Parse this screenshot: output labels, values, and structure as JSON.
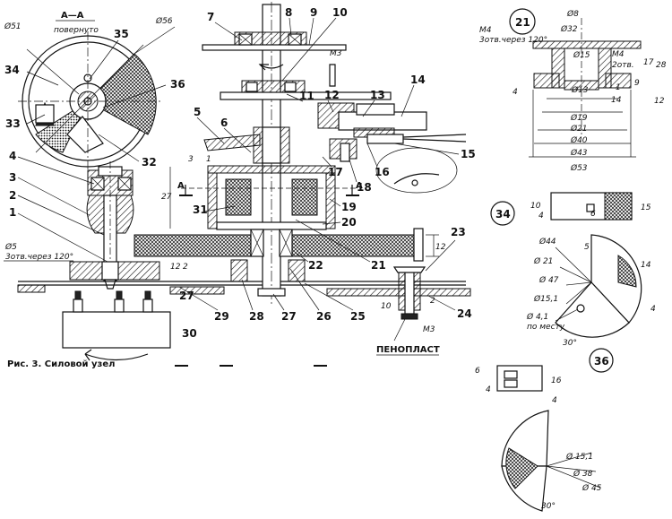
{
  "caption": "Рис. 3. Силовой узел",
  "section_label": "А—А",
  "section_note": "повернуто",
  "cut_label": "А",
  "foam_label": "ПЕНОПЛАСТ",
  "part_numbers": {
    "n1": "1",
    "n2": "2",
    "n3": "3",
    "n4": "4",
    "n5": "5",
    "n6": "6",
    "n7": "7",
    "n8": "8",
    "n9": "9",
    "n10": "10",
    "n11": "11",
    "n12": "12",
    "n13": "13",
    "n14": "14",
    "n15": "15",
    "n16": "16",
    "n17": "17",
    "n18": "18",
    "n19": "19",
    "n20": "20",
    "n21": "21",
    "n22": "22",
    "n23": "23",
    "n24": "24",
    "n25": "25",
    "n26": "26",
    "n27a": "27",
    "n27b": "27",
    "n28": "28",
    "n29": "29",
    "n30": "30",
    "n31": "31",
    "n32": "32",
    "n33": "33",
    "n34": "34",
    "n35": "35",
    "n36": "36"
  },
  "detail_labels": {
    "d21": "21",
    "d34": "34",
    "d36": "36"
  },
  "dims": {
    "d51": "Ø51",
    "d56": "Ø56",
    "d5": "Ø5",
    "holes120": "3отв.через 120°",
    "m3a": "М3",
    "m3b": "М3",
    "d27": "27",
    "d3": "3",
    "d1": "1",
    "d12a": "12",
    "d12b": "12",
    "d10": "10",
    "d2": "2",
    "p21_d8": "Ø8",
    "p21_d32": "Ø32",
    "p21_m4": "М4",
    "p21_holes": "3отв.через 120°",
    "p21_d15": "Ø15",
    "p21_m4b": "М4",
    "p21_2holes": "2отв.",
    "p21_d13": "Ø13",
    "p21_d19": "Ø19",
    "p21_d21": "Ø21",
    "p21_d40": "Ø40",
    "p21_d43": "Ø43",
    "p21_d53": "Ø53",
    "p21_4": "4",
    "p21_14": "14",
    "p21_9": "9",
    "p21_12": "12",
    "p21_17": "17",
    "p21_28": "28",
    "p21_1": "1",
    "p34_10": "10",
    "p34_4": "4",
    "p34_6": "6",
    "p34_15": "15",
    "p34_d44": "Ø44",
    "p34_5": "5",
    "p34_d21": "Ø 21",
    "p34_d47": "Ø 47",
    "p34_d151": "Ø15,1",
    "p34_14": "14",
    "p34_d41": "Ø 4,1",
    "p34_place": "по месту",
    "p34_30": "30°",
    "p34_4b": "4",
    "p36_6": "6",
    "p36_4": "4",
    "p36_16": "16",
    "p36_4b": "4",
    "p36_d151": "Ø 15,1",
    "p36_d38": "Ø 38",
    "p36_d45": "Ø 45",
    "p36_30": "30°"
  },
  "colors": {
    "ink": "#111111",
    "paper": "#ffffff"
  }
}
